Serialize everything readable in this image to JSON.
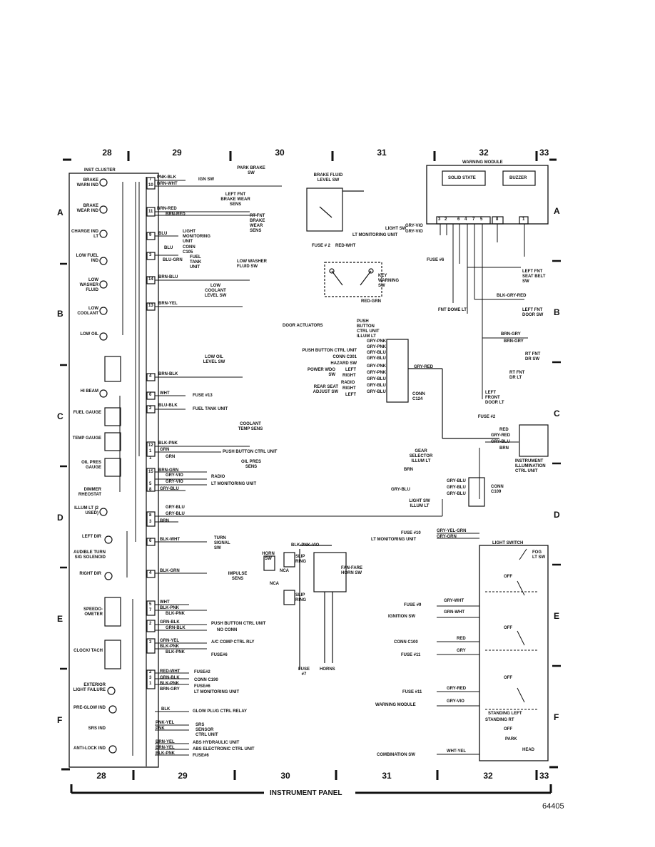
{
  "grid": {
    "columns": [
      "28",
      "29",
      "30",
      "31",
      "32",
      "33"
    ],
    "rows": [
      "A",
      "B",
      "C",
      "D",
      "E",
      "F"
    ]
  },
  "title": "INSTRUMENT PANEL",
  "figure_number": "64405",
  "inst_cluster": {
    "title": "INST CLUSTER",
    "indicators": {
      "brake_warn": "BRAKE WARN IND",
      "brake_wear": "BRAKE WEAR IND",
      "charge": "CHARGE IND LT",
      "low_fuel": "LOW FUEL IND",
      "low_washer": "LOW WASHER FLUID",
      "low_coolant": "LOW COOLANT",
      "low_oil": "LOW OIL",
      "hi_beam": "HI BEAM",
      "fuel_gauge": "FUEL GAUGE",
      "temp_gauge": "TEMP GAUGE",
      "oil_pres": "OIL PRES GAUGE",
      "dimmer": "DIMMER RHEOSTAT",
      "illum": "ILLUM LT (2 USED)",
      "left_dir": "LEFT DIR",
      "audible": "AUDIBLE TURN SIG SOLENOID",
      "right_dir": "RIGHT DIR",
      "speedo": "SPEEDO-OMETER",
      "clock": "CLOCK/ TACH",
      "ext_light": "EXTERIOR LIGHT FAILURE",
      "pre_glow": "PRE-GLOW IND",
      "srs": "SRS IND",
      "anti_lock": "ANTI-LOCK IND"
    }
  },
  "pins": [
    "7",
    "10",
    "11",
    "9",
    "3",
    "14",
    "13",
    "4",
    "6",
    "2",
    "12",
    "1",
    "1",
    "15",
    "5",
    "8",
    "8",
    "3",
    "6",
    "4",
    "5",
    "7",
    "2",
    "2",
    "3",
    "3",
    "1"
  ],
  "wires": {
    "pnk_blk": "PNK-BLK",
    "brn_wht": "BRN-WHT",
    "brn_red": "BRN-RED",
    "blu": "BLU",
    "blu_grn": "BLU-GRN",
    "brn_blu": "BRN-BLU",
    "brn_yel": "BRN-YEL",
    "brn_blk": "BRN-BLK",
    "wht": "WHT",
    "blu_blk": "BLU-BLK",
    "blk_pnk": "BLK-PNK",
    "grn": "GRN",
    "brn_grn": "BRN-GRN",
    "gry_vio": "GRY-VIO",
    "gry_blu": "GRY-BLU",
    "brn": "BRN",
    "blk_wht": "BLK-WHT",
    "blk_grn": "BLK-GRN",
    "grn_blk": "GRN-BLK",
    "grn_yel": "GRN-YEL",
    "red_wht": "RED-WHT",
    "blk": "BLK",
    "pnk_yel": "PNK-YEL",
    "pnk": "PNK",
    "brn_yel2": "BRN-YEL",
    "red_grn": "RED-GRN",
    "blk_pnk_vio": "BLK-PNK-VIO",
    "nca": "NCA",
    "gry_red": "GRY-RED",
    "gry_pnk": "GRY-PNK",
    "blk_gry_red": "BLK-GRY-RED",
    "brn_gry": "BRN-GRY",
    "red": "RED",
    "gry_wht": "GRY-WHT",
    "grn_wht": "GRN-WHT",
    "gry": "GRY",
    "wht_yel": "WHT-YEL",
    "gry_yel_grn": "GRY-YEL-GRN",
    "gry_grn": "GRY-GRN"
  },
  "labels": {
    "ign_sw": "IGN SW",
    "park_brake": "PARK BRAKE SW",
    "left_fnt_brake": "LEFT FNT BRAKE WEAR SENS",
    "rt_fnt_brake": "RT FNT BRAKE WEAR SENS",
    "light_mon": "LIGHT MONITORING UNIT",
    "conn_c105": "CONN C105",
    "fuel_tank": "FUEL TANK UNIT",
    "low_washer_sw": "LOW WASHER FLUID SW",
    "low_coolant_sw": "LOW COOLANT LEVEL SW",
    "low_oil_sw": "LOW OIL LEVEL SW",
    "fuse13": "FUSE #13",
    "fuel_tank_unit": "FUEL TANK UNIT",
    "coolant_temp": "COOLANT TEMP SENS",
    "push_btn": "PUSH BUTTON CTRL UNIT",
    "oil_pres_sens": "OIL PRES SENS",
    "radio": "RADIO",
    "lt_mon": "LT MONITORING UNIT",
    "turn_signal": "TURN SIGNAL SW",
    "impulse": "IMPULSE SENS",
    "no_conn": "NO CONN",
    "ac_comp": "A/C COMP CTRL RLY",
    "fuse6": "FUSE#6",
    "fuse2": "FUSE#2",
    "conn_c190": "CONN C190",
    "fuse_6b": "FUSE#6",
    "lt_mon2": "LT MONITORING UNIT",
    "glow_plug": "GLOW PLUG CTRL RELAY",
    "srs_sensor": "SRS SENSOR CTRL UNIT",
    "abs_hyd": "ABS HYDRAULIC UNIT",
    "abs_elec": "ABS ELECTRONIC CTRL UNIT",
    "fuse_6c": "FUSE#6",
    "brake_fluid": "BRAKE FLUID LEVEL SW",
    "fuse2_key": "FUSE # 2",
    "key_warning": "KEY WARNING SW",
    "door_actuators": "DOOR ACTUATORS",
    "push_btn_illum": "PUSH BUTTON CTRL UNIT ILLUM LT",
    "push_btn_unit": "PUSH BUTTON CTRL UNIT",
    "conn_c301": "CONN C301",
    "hazard": "HAZARD SW",
    "power_wdo_left": "POWER WDO SW",
    "left": "LEFT",
    "right": "RIGHT",
    "radio2": "RADIO",
    "rear_seat": "REAR SEAT ADJUST SW",
    "conn_c124": "CONN C124",
    "horn_sw": "HORN SW",
    "slip_ring": "SLIP RING",
    "fanfare": "FAN-FARE HORN SW",
    "fuse7": "FUSE #7",
    "horns": "HORNS",
    "warning_module": "WARNING MODULE",
    "solid_state": "SOLID STATE",
    "buzzer": "BUZZER",
    "light_sw": "LIGHT SW",
    "lt_mon_unit": "LT MONITORING UNIT",
    "fuse6_wm": "FUSE #6",
    "left_fnt_seat": "LEFT FNT SEAT BELT SW",
    "fnt_dome": "FNT DOME LT",
    "left_fnt_door": "LEFT FNT DOOR SW",
    "rt_fnt_de": "RT FNT DR SW",
    "rt_fnt_dr_lt": "RT FNT DR LT",
    "left_front_door_lt": "LEFT FRONT DOOR LT",
    "fuse2_ill": "FUSE #2",
    "inst_illum": "INSTRUMENT ILLUMINATION CTRL UNIT",
    "gear_sel": "GEAR SELECTOR ILLUM LT",
    "conn_c109": "CONN C109",
    "light_sw_illum": "LIGHT SW ILLUM LT",
    "light_switch": "LIGHT SWITCH",
    "fuse10": "FUSE #10",
    "lt_mon_ls": "LT MONITORING UNIT",
    "fog_lt": "FOG LT SW",
    "off": "OFF",
    "fuse9": "FUSE #9",
    "ignition_sw": "IGNITION SW",
    "conn_c100": "CONN C100",
    "fuse11": "FUSE #11",
    "fuse11b": "FUSE #11",
    "warning_module2": "WARNING MODULE",
    "standing_left": "STANDING LEFT",
    "standing_rt": "STANDING RT",
    "park": "PARK",
    "head": "HEAD",
    "combination_sw": "COMBINATION SW"
  },
  "wm_pins": [
    "3",
    "2",
    "6",
    "4",
    "7",
    "5",
    "8",
    "1"
  ]
}
